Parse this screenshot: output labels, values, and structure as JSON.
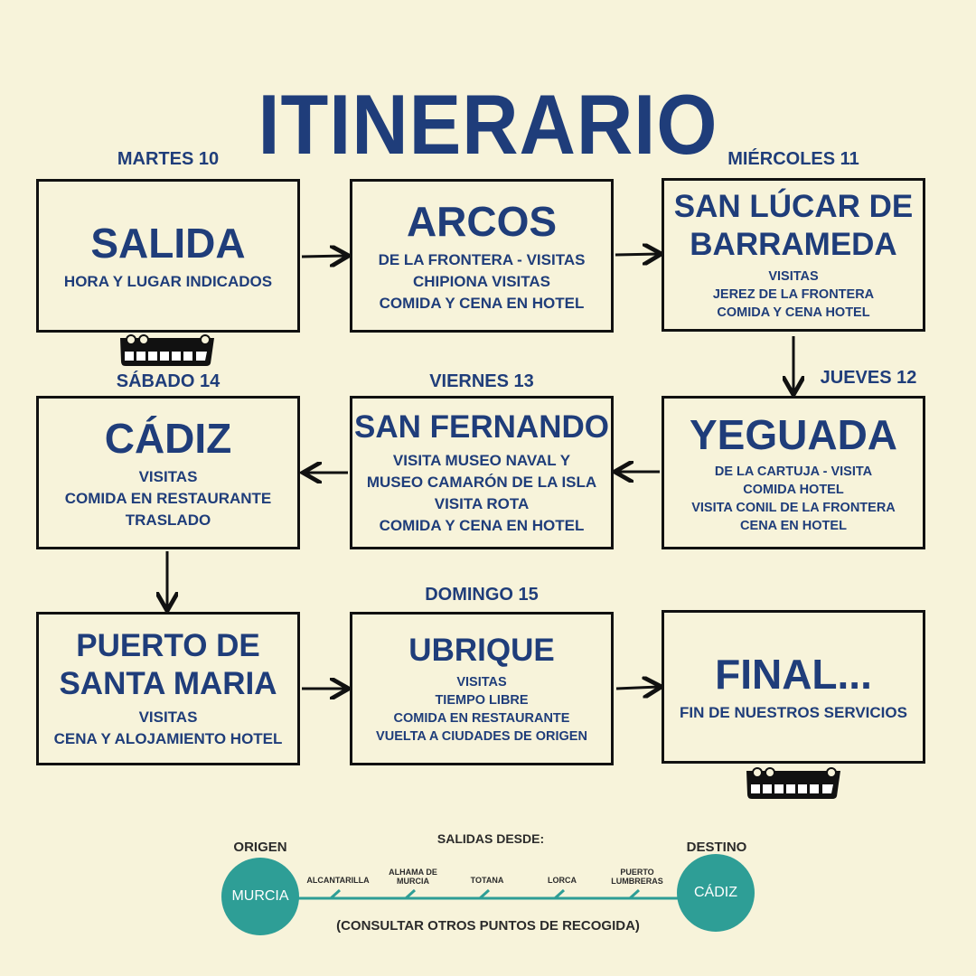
{
  "title": "ITINERARIO",
  "colors": {
    "background": "#f7f3da",
    "text": "#1f3d7a",
    "accent": "#2e9e96"
  },
  "days": {
    "martes": "MARTES 10",
    "miercoles": "MIÉRCOLES 11",
    "jueves": "JUEVES 12",
    "viernes": "VIERNES 13",
    "sabado": "SÁBADO 14",
    "domingo": "DOMINGO 15"
  },
  "boxes": [
    {
      "id": "salida",
      "title": [
        "SALIDA"
      ],
      "lines": [
        "HORA Y LUGAR INDICADOS"
      ]
    },
    {
      "id": "arcos",
      "title": [
        "ARCOS"
      ],
      "lines": [
        "DE LA FRONTERA - VISITAS",
        "CHIPIONA VISITAS",
        "COMIDA Y CENA EN HOTEL"
      ]
    },
    {
      "id": "sanlucar",
      "title": [
        "SAN LÚCAR DE",
        "BARRAMEDA"
      ],
      "lines": [
        "VISITAS",
        "JEREZ DE LA FRONTERA",
        "COMIDA Y CENA  HOTEL"
      ]
    },
    {
      "id": "cadiz",
      "title": [
        "CÁDIZ"
      ],
      "lines": [
        "VISITAS",
        "COMIDA EN RESTAURANTE",
        "TRASLADO"
      ]
    },
    {
      "id": "sanfernando",
      "title": [
        "SAN FERNANDO"
      ],
      "lines": [
        "VISITA MUSEO NAVAL Y",
        "MUSEO CAMARÓN DE LA ISLA",
        "VISITA ROTA",
        "COMIDA Y CENA EN HOTEL"
      ]
    },
    {
      "id": "yeguada",
      "title": [
        "YEGUADA"
      ],
      "lines": [
        "DE LA CARTUJA - VISITA",
        "COMIDA HOTEL",
        "VISITA CONIL DE LA FRONTERA",
        "CENA EN HOTEL"
      ]
    },
    {
      "id": "puerto",
      "title": [
        "PUERTO DE",
        "SANTA MARIA"
      ],
      "lines": [
        "VISITAS",
        "CENA Y ALOJAMIENTO HOTEL"
      ]
    },
    {
      "id": "ubrique",
      "title": [
        "UBRIQUE"
      ],
      "lines": [
        "VISITAS",
        "TIEMPO LIBRE",
        "COMIDA EN RESTAURANTE",
        "VUELTA A CIUDADES DE ORIGEN"
      ]
    },
    {
      "id": "final",
      "title": [
        "FINAL..."
      ],
      "lines": [
        "FIN DE NUESTROS SERVICIOS"
      ]
    }
  ],
  "route": {
    "heading": "SALIDAS DESDE:",
    "origin_label": "ORIGEN",
    "origin": "MURCIA",
    "destination_label": "DESTINO",
    "destination": "CÁDIZ",
    "stops": [
      [
        "ALCANTARILLA"
      ],
      [
        "ALHAMA DE",
        "MURCIA"
      ],
      [
        "TOTANA"
      ],
      [
        "LORCA"
      ],
      [
        "PUERTO",
        "LUMBRERAS"
      ]
    ],
    "note": "(CONSULTAR OTROS PUNTOS DE RECOGIDA)"
  }
}
